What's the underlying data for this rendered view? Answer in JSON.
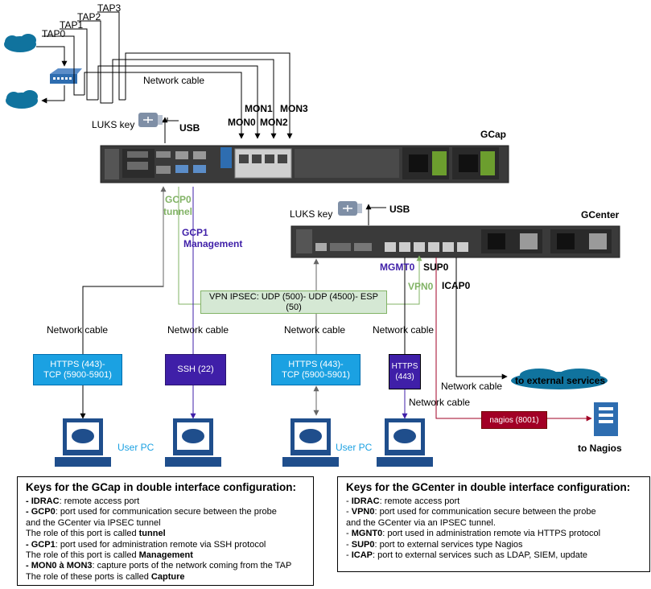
{
  "colors": {
    "green": "#82b366",
    "purple": "#3f1fa8",
    "https_box": "#1ba1e2",
    "ssh_box": "#3f1fa8",
    "nagios_box": "#a20025",
    "vpn_box_fill": "#d5e8d4",
    "cloud": "#10739e"
  },
  "icons": [
    "cloud-icon",
    "network-switch-icon",
    "usb-key-icon",
    "server-chassis-icon",
    "computer-icon",
    "nagios-server-icon"
  ],
  "taps": [
    "TAP0",
    "TAP1",
    "TAP2",
    "TAP3"
  ],
  "network_cable_top": "Network cable",
  "gcap": {
    "title": "GCap",
    "luks_key": "LUKS key",
    "usb": "USB",
    "mon": [
      "MON0",
      "MON1",
      "MON2",
      "MON3"
    ],
    "gcp0": "GCP0",
    "gcp0_sub": "tunnel",
    "gcp1": "GCP1",
    "gcp1_sub": "Management"
  },
  "gcenter": {
    "title": "GCenter",
    "luks_key": "LUKS key",
    "usb": "USB",
    "mgmt0": "MGMT0",
    "sup0": "SUP0",
    "icap0": "ICAP0",
    "vpn0": "VPN0"
  },
  "vpn_box": "VPN IPSEC: UDP (500)- UDP (4500)- ESP (50)",
  "network_cable": "Network cable",
  "boxes": {
    "https1_line1": "HTTPS (443)-",
    "https1_line2": "TCP (5900-5901)",
    "ssh": "SSH (22)",
    "https2_line1": "HTTPS (443)-",
    "https2_line2": "TCP (5900-5901)",
    "https3_line1": "HTTPS",
    "https3_line2": "(443)",
    "nagios": "nagios (8001)"
  },
  "to_external": "to external services",
  "to_nagios": "to Nagios",
  "user_pc": "User PC",
  "legend_gcap": {
    "title": "Keys for the GCap in double interface configuration:",
    "r1_dash": "- ",
    "r1_key": "IDRAC",
    "r1_text": ": remote access port",
    "r2_dash": "- ",
    "r2_key": "GCP0",
    "r2_text": ":  port used for communication secure between the probe",
    "r3_text": "and the GCenter via IPSEC tunnel",
    "r4_text": "The role of this port is called ",
    "r4_key": "tunnel",
    "r5_dash": "- ",
    "r5_key": "GCP1",
    "r5_text": ": port used for administration remote via SSH protocol",
    "r6_text": "The role of this port is called ",
    "r6_key": "Management",
    "r7_key": "- MON0 à MON3",
    "r7_text": ": capture ports of the network coming from the TAP",
    "r8_text": "The role of these ports is called ",
    "r8_key": "Capture"
  },
  "legend_gcenter": {
    "title": "Keys for the GCenter in double interface configuration:",
    "r1_key": "IDRAC",
    "r1_text": ": remote access port",
    "r2_key": "VPN0",
    "r2_text": ": port used for communication secure between the probe",
    "r3_text": " and the GCenter via an IPSEC tunnel.",
    "r4_key": "MGNT0",
    "r4_text": ": port used in administration remote via HTTPS protocol",
    "r5_key": "SUP0",
    "r5_text": ": port to external services type Nagios",
    "r6_key": "ICAP",
    "r6_text": ": port to external services such as LDAP, SIEM, update"
  }
}
